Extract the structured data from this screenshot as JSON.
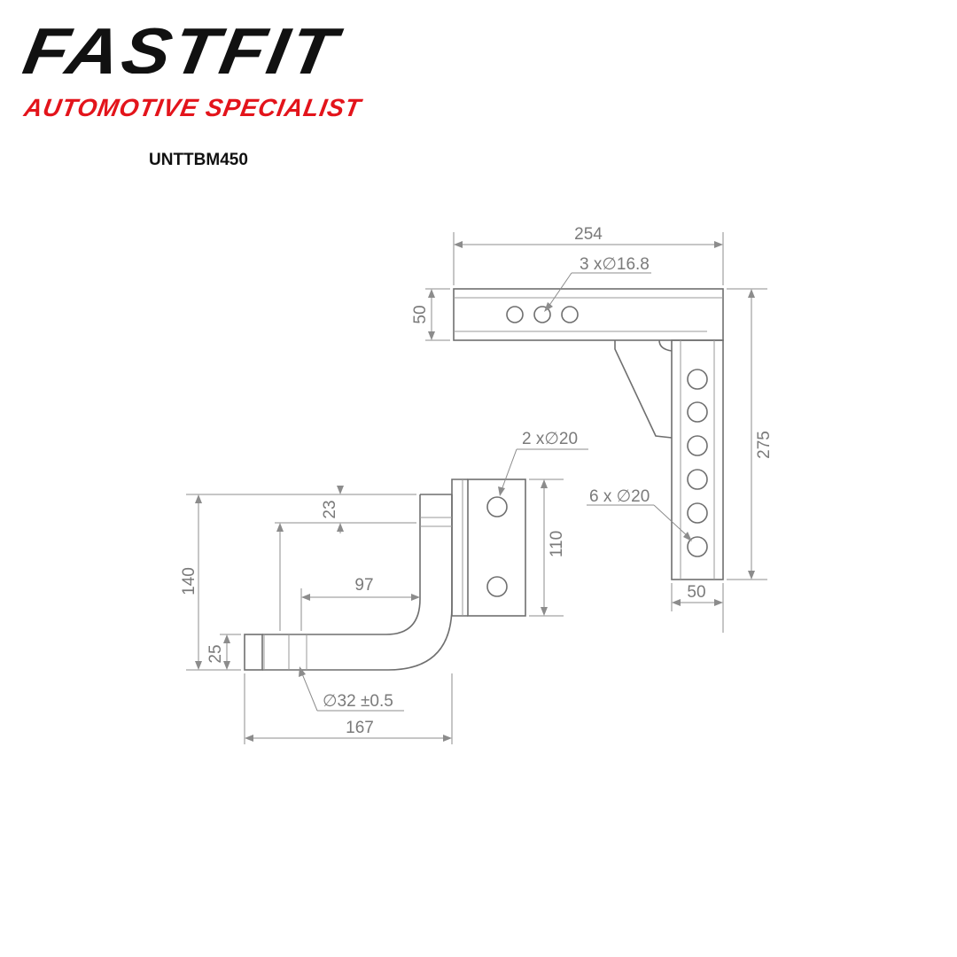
{
  "brand": {
    "name": "FASTFIT",
    "tagline": "AUTOMOTIVE SPECIALIST",
    "colors": {
      "name": "#111111",
      "tagline": "#e3141b"
    }
  },
  "product": {
    "code": "UNTTBM450"
  },
  "dimensions": {
    "shank_length": "254",
    "shank_holes": "3 x∅16.8",
    "shank_height": "50",
    "bar_length": "275",
    "bar_holes": "6 x ∅20",
    "bar_width": "50",
    "mount_holes": "2 x∅20",
    "mount_height": "110",
    "drop_upper": "23",
    "overall_height": "140",
    "reach": "97",
    "pin_height": "25",
    "pin_diameter": "∅32 ±0.5",
    "overall_length": "167"
  }
}
